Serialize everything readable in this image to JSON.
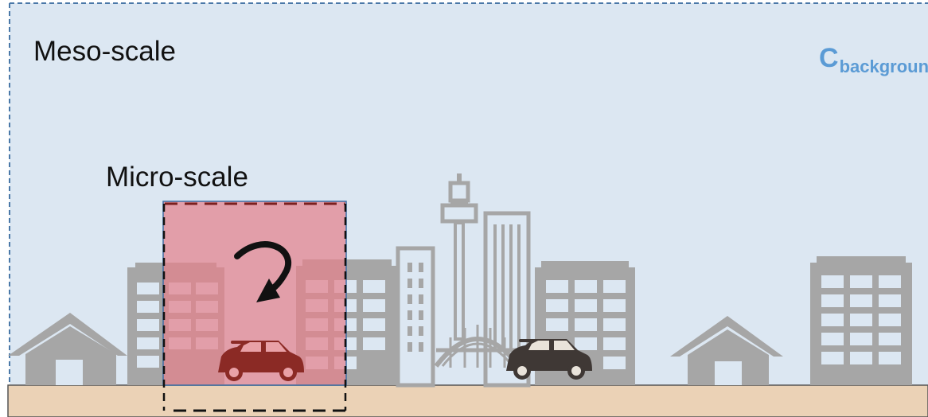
{
  "labels": {
    "meso_scale": "Meso-scale",
    "micro_scale": "Micro-scale",
    "concentration_symbol": "C",
    "concentration_subscript": "background"
  },
  "colors": {
    "sky": "#dce7f2",
    "ground": "#ebd2b6",
    "micro_box_fill": "#e9a1a7",
    "micro_box_edge": "#7a1f1f",
    "accent_label": "#5b9bd5",
    "buildings": "#a6a6a6",
    "car_in_box": "#8b2a25",
    "car_street": "#3f3835"
  },
  "icons": {
    "circulation_arrow": "curved-arrow-icon",
    "houses": "house-icon",
    "cars": "car-icon",
    "tower": "tower-icon",
    "bridge": "bridge-icon"
  }
}
